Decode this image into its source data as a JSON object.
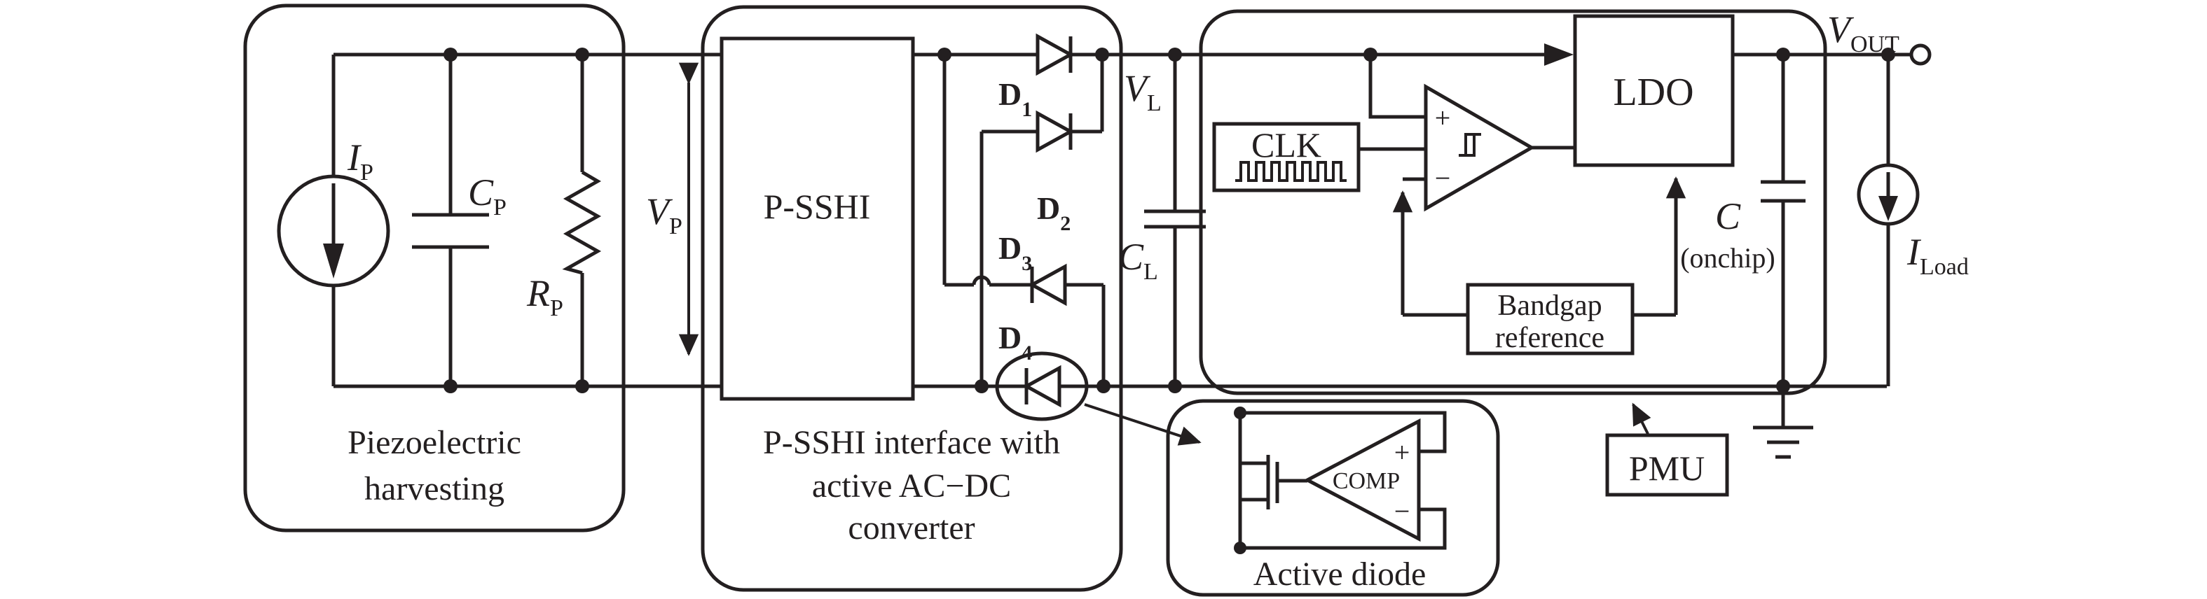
{
  "colors": {
    "line": "#231f20",
    "background": "#ffffff"
  },
  "blocks": {
    "piezo_harvesting": {
      "caption_line1": "Piezoelectric",
      "caption_line2": "harvesting"
    },
    "psshi_interface": {
      "box_label": "P-SSHI",
      "caption_line1": "P-SSHI interface with",
      "caption_line2": "active AC−DC",
      "caption_line3": "converter"
    },
    "pmu": {
      "callout_label": "PMU",
      "clk_label": "CLK",
      "ldo_label": "LDO",
      "bandgap_line1": "Bandgap",
      "bandgap_line2": "reference",
      "comparator_plus": "+",
      "comparator_minus": "−"
    },
    "active_diode": {
      "caption": "Active diode",
      "comp_label": "COMP",
      "plus": "+",
      "minus": "−"
    }
  },
  "labels": {
    "piezo_current": {
      "base": "I",
      "sub": "P"
    },
    "piezo_cap": {
      "base": "C",
      "sub": "P"
    },
    "piezo_res": {
      "base": "R",
      "sub": "P"
    },
    "piezo_voltage": {
      "base": "V",
      "sub": "P"
    },
    "diode1": {
      "base": "D",
      "sub": "1"
    },
    "diode2": {
      "base": "D",
      "sub": "2"
    },
    "diode3": {
      "base": "D",
      "sub": "3"
    },
    "diode4": {
      "base": "D",
      "sub": "4"
    },
    "rect_voltage": {
      "base": "V",
      "sub": "L"
    },
    "rect_cap": {
      "base": "C",
      "sub": "L"
    },
    "onchip_cap": {
      "base": "C",
      "paren": "(onchip)"
    },
    "out_voltage": {
      "base": "V",
      "sub": "OUT"
    },
    "load_current": {
      "base": "I",
      "sub": "Load"
    }
  }
}
